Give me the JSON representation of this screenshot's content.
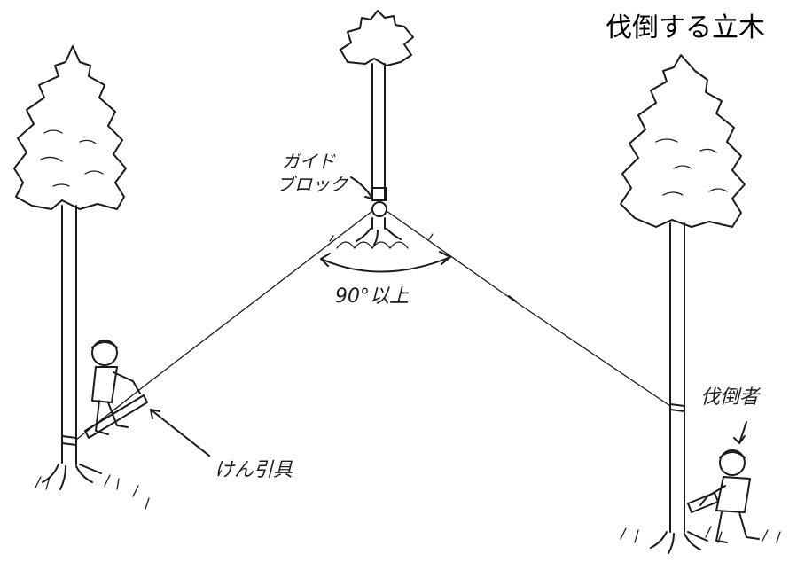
{
  "title": "伐倒する立木",
  "labels": {
    "guide_block_line1": "ガイド",
    "guide_block_line2": "ブロック",
    "angle": "90°以上",
    "puller": "けん引具",
    "feller": "伐倒者"
  }
}
